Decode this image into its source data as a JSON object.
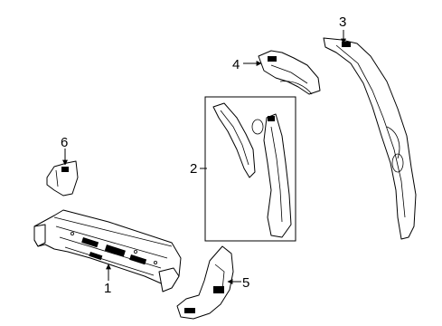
{
  "diagram": {
    "callouts": [
      {
        "id": "part-1",
        "label": "1"
      },
      {
        "id": "part-2",
        "label": "2"
      },
      {
        "id": "part-3",
        "label": "3"
      },
      {
        "id": "part-4",
        "label": "4"
      },
      {
        "id": "part-5",
        "label": "5"
      },
      {
        "id": "part-6",
        "label": "6"
      }
    ]
  }
}
